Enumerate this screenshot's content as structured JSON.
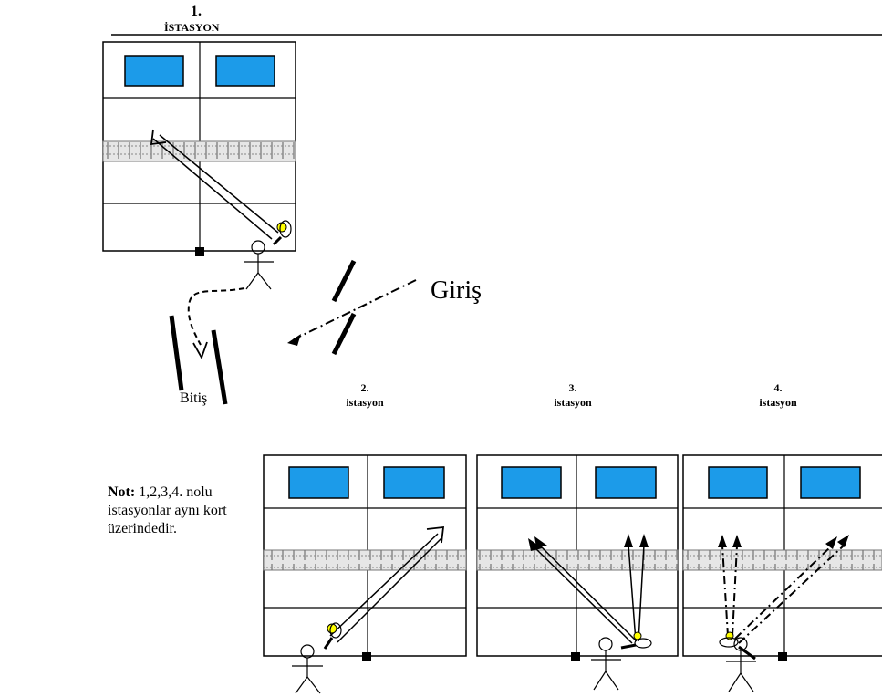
{
  "station1": {
    "number": "1.",
    "label": "İSTASYON"
  },
  "station2": {
    "number": "2.",
    "label": "istasyon"
  },
  "station3": {
    "number": "3.",
    "label": "istasyon"
  },
  "station4": {
    "number": "4.",
    "label": "istasyon"
  },
  "entry_label": "Giriş",
  "exit_label": "Bitiş",
  "note": {
    "bold": "Not:",
    "text": " 1,2,3,4. nolu istasyonlar aynı kort üzerindedir."
  },
  "colors": {
    "target": "#1c9be9",
    "ball": "#ffff00",
    "line": "#000000"
  }
}
